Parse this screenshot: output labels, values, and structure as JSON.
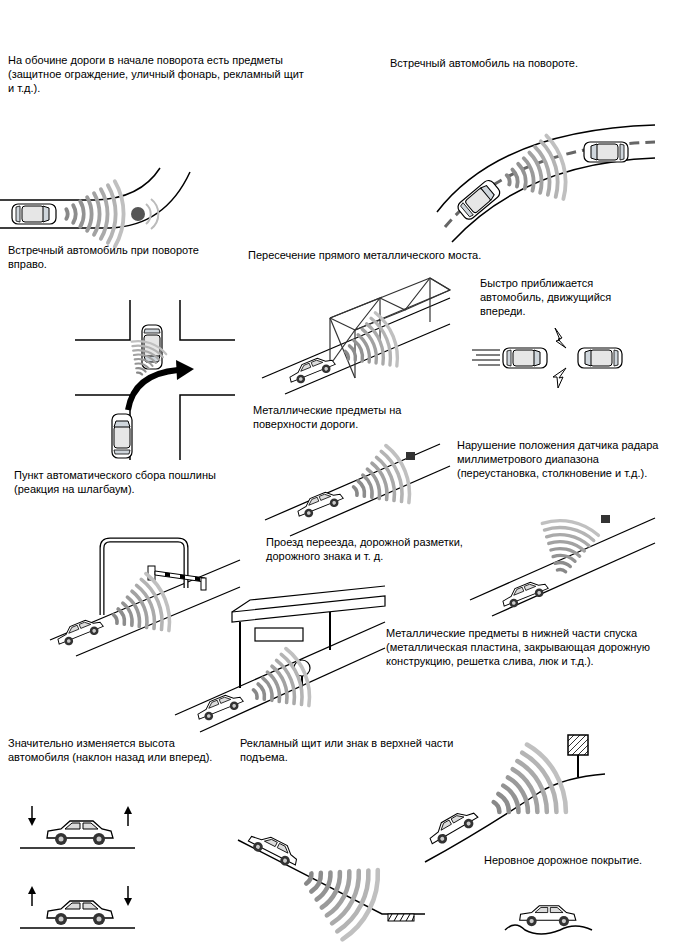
{
  "diagram": {
    "labels": [
      "На обочине дороги в начале поворота есть предметы (защитное ограждение, уличный фонарь, рекламный щит и т.д.).",
      "Встречный автомобиль на повороте.",
      "Встречный автомобиль при повороте вправо.",
      "Пересечение прямого металлического моста.",
      "Быстро приближается автомобиль, движущийся впереди.",
      "Металлические предметы на поверхности дороги.",
      "Нарушение положения датчика радара миллиметрового диапазона (переустановка, столкновение и т.д.).",
      "Пункт автоматического сбора пошлины (реакция на шлагбаум).",
      "Проезд переезда, дорожной разметки, дорожного знака и т. д.",
      "Металлические предметы в нижней части спуска (металлическая пластина, закрывающая дорожную конструкцию, решетка слива, люк и т.д.).",
      "Значительно изменяется высота автомобиля (наклон назад или вперед).",
      "Рекламный щит или знак в верхней части подъема.",
      "Неровное дорожное покрытие."
    ]
  }
}
